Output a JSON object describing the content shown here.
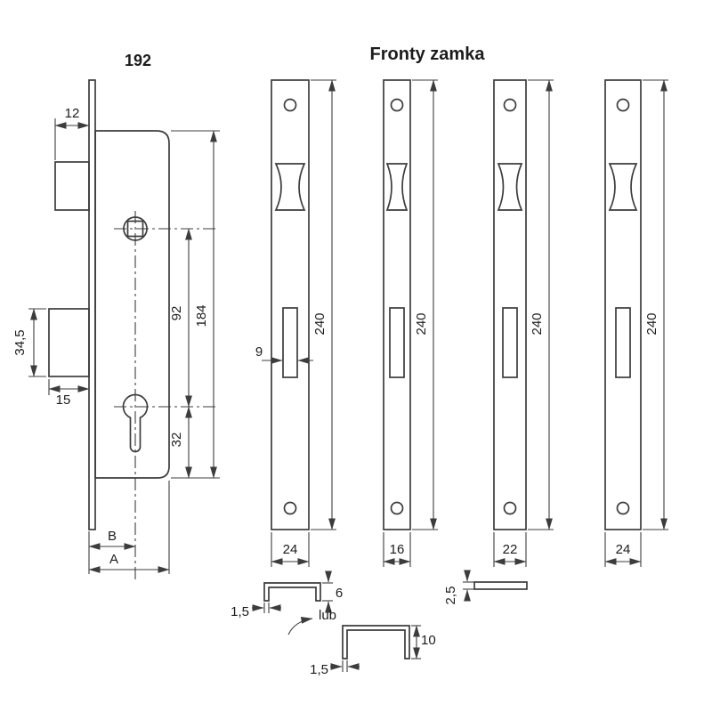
{
  "drawing": {
    "lock_title": "192",
    "fronts_title": "Fronty zamka",
    "lock": {
      "faceplate_offset": "12",
      "deadbolt_height": "34,5",
      "deadbolt_width": "15",
      "spindle_to_cylinder": "92",
      "case_height": "184",
      "cylinder_to_bottom": "32",
      "backset_label": "B",
      "depth_label": "A"
    },
    "faceplate_height": "240",
    "plate_widths": [
      "24",
      "16",
      "22",
      "24"
    ],
    "bolt_cutout_width": "9",
    "profiles": {
      "channel6_thickness": "1,5",
      "channel6_height": "6",
      "or_word": "lub",
      "channel10_thickness": "1,5",
      "channel10_height": "10",
      "flat_thickness": "2,5"
    }
  }
}
